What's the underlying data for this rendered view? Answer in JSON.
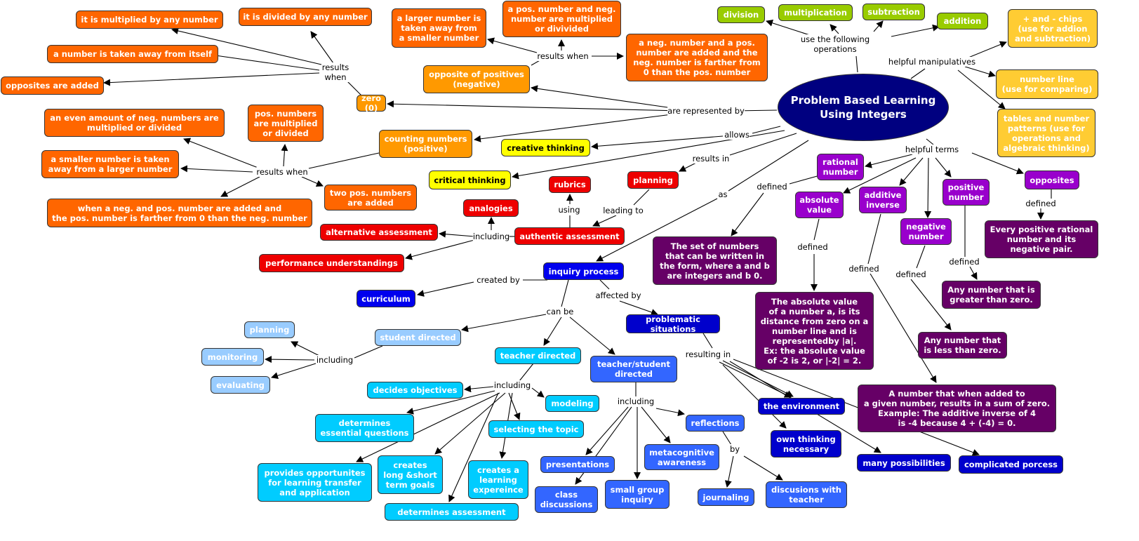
{
  "title": "Problem Based Learning\nUsing Integers",
  "colors": {
    "orange": "#ff6600",
    "light_orange": "#ff9900",
    "green": "#99cc00",
    "gold": "#ffcc33",
    "yellow": "#ffff00",
    "red": "#ee0000",
    "purple": "#9900cc",
    "dark_purple": "#660066",
    "blue": "#0000ee",
    "dark_blue": "#0000cc",
    "medium_blue": "#3366ff",
    "light_blue": "#99ccff",
    "cyan": "#00ccff",
    "central": "#000080"
  },
  "concepts": {
    "multiplied_any": "it is multiplied by any number",
    "divided_any": "it is divided by any number",
    "taken_itself": "a number is taken away from itself",
    "opposites_added": "opposites are added",
    "larger_from_smaller": "a larger number is\ntaken away from\na smaller number",
    "pos_neg_mult": "a pos. number and neg.\nnumber are multiplied\nor divivided",
    "neg_pos_added": "a neg. number and a pos.\nnumber are added and the\nneg. number is farther from\n0 than the pos. number",
    "even_neg": "an even amount of neg. numbers are\nmultiplied or divided",
    "pos_mult": "pos. numbers\nare multiplied\nor divided",
    "smaller_from_larger": "a smaller number is taken\naway from a larger number",
    "two_pos": "two pos. numbers\nare added",
    "neg_pos_added2": "when a neg. and pos. number are added and\nthe pos. number is farther from 0 than the neg. number",
    "opposite_positives": "opposite of positives\n(negative)",
    "zero": "zero (0)",
    "counting": "counting numbers\n(positive)",
    "division": "division",
    "multiplication": "multiplication",
    "subtraction": "subtraction",
    "addition": "addition",
    "chips": "+ and - chips\n(use for addion\nand subtraction)",
    "number_line": "number line\n(use for comparing)",
    "tables": "tables and number\npatterns (use for\noperations and\nalgebraic thinking)",
    "creative": "creative thinking",
    "critical": "critical thinking",
    "rubrics": "rubrics",
    "planning_red": "planning",
    "analogies": "analogies",
    "alternative": "alternative assessment",
    "authentic": "authentic assessment",
    "performance": "performance understandings",
    "rational": "rational\nnumber",
    "absolute": "absolute\nvalue",
    "additive": "additive\ninverse",
    "positive": "positive\nnumber",
    "opposites": "opposites",
    "negative": "negative\nnumber",
    "def_rational": "The set of numbers\nthat can be written in\nthe form, where a and b\nare integers and b 0.",
    "def_absolute": "The absolute value\nof a number a, is its\ndistance from zero on a\nnumber line and is\nrepresentedby |a|.\nEx: the absolute value\nof -2 is 2, or |-2| = 2.",
    "def_opposites": "Every positive rational\nnumber and its\nnegative pair.",
    "def_positive": "Any number that is\ngreater than zero.",
    "def_negative": "Any number that\nis less than zero.",
    "def_additive": "A number that when added to\na given number, results in a sum of zero.\nExample: The additive inverse of 4\nis -4 because 4 + (-4) = 0.",
    "inquiry": "inquiry process",
    "curriculum": "curriculum",
    "problematic": "problematic situations",
    "environment": "the environment",
    "own_thinking": "own thinking\nnecessary",
    "many": "many possibilities",
    "complicated": "complicated porcess",
    "ts_directed": "teacher/student\ndirected",
    "reflections": "reflections",
    "presentations": "presentations",
    "metacognitive": "metacognitive\nawareness",
    "class_disc": "class\ndiscussions",
    "small_group": "small group\ninquiry",
    "journaling": "journaling",
    "disc_teacher": "discusions with\nteacher",
    "planning_lb": "planning",
    "monitoring": "monitoring",
    "evaluating": "evaluating",
    "student_directed": "student directed",
    "teacher_directed": "teacher directed",
    "decides": "decides objectives",
    "modeling": "modeling",
    "essential": "determines\nessential questions",
    "selecting": "selecting the topic",
    "provides": "provides opportunites\nfor learning transfer\nand application",
    "goals": "creates\nlong &short\nterm goals",
    "experience": "creates a\nlearning\nexpereince",
    "det_assessment": "determines assessment"
  },
  "link_labels": {
    "rw1": "results\nwhen",
    "rw2": "results when",
    "rw3": "results when",
    "rep": "are represented by",
    "allows": "allows",
    "results_in": "results in",
    "as": "as",
    "ops": "use the following\noperations",
    "manip": "helpful manipulatives",
    "terms": "helpful terms",
    "d1": "defined",
    "d2": "defined",
    "d3": "defined",
    "d4": "defined",
    "d5": "defined",
    "d6": "defined",
    "leading": "leading to",
    "using": "using",
    "incl1": "including",
    "created": "created by",
    "affected": "affected by",
    "canbe": "can be",
    "incl2": "including",
    "incl3": "including",
    "incl4": "including",
    "resulting": "resulting in",
    "by": "by"
  }
}
